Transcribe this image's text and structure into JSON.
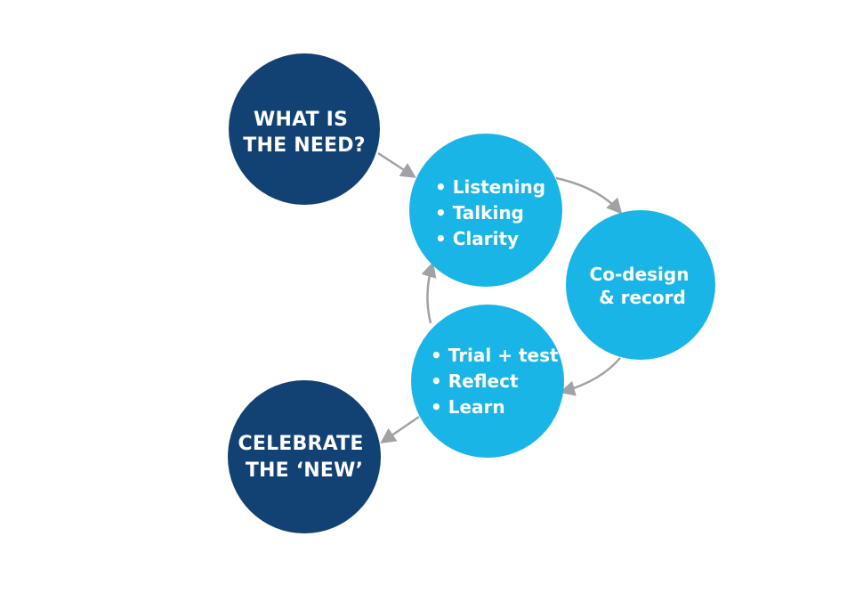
{
  "colors": {
    "dark_node": "#124173",
    "light_node": "#1ab5e7",
    "arrow": "#a0a2a6",
    "text": "#ffffff"
  },
  "nodes": {
    "need": {
      "lines": [
        "WHAT IS",
        "THE NEED?"
      ]
    },
    "explore": {
      "items": [
        "• Listening",
        "• Talking",
        "• Clarity"
      ]
    },
    "codesign": {
      "lines": [
        "Co-design",
        "& record"
      ]
    },
    "trial": {
      "items": [
        "• Trial + test",
        "• Reflect",
        "• Learn"
      ]
    },
    "celebrate": {
      "lines": [
        "CELEBRATE",
        "THE ‘NEW’"
      ]
    }
  }
}
